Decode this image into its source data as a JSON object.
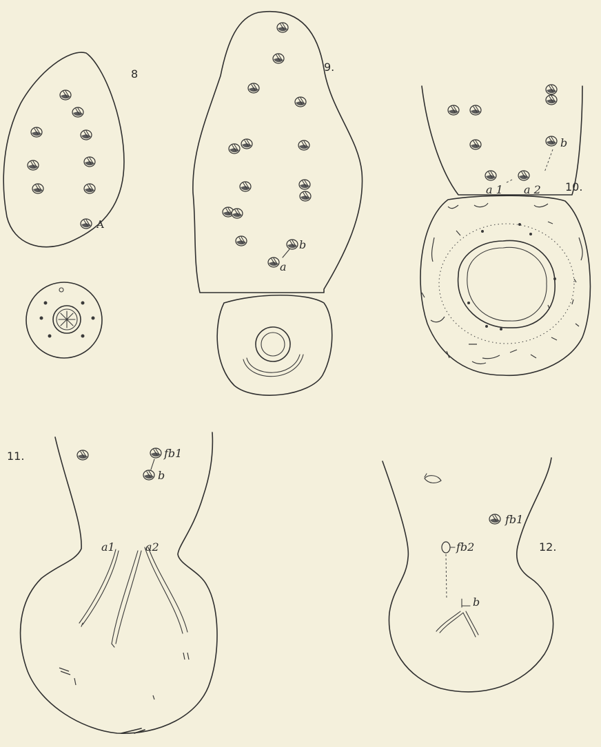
{
  "figures": [
    {
      "id": "8",
      "number_label": "8",
      "labels": [
        "A"
      ]
    },
    {
      "id": "9",
      "number_label": "9.",
      "labels": [
        "b",
        "a"
      ]
    },
    {
      "id": "10",
      "number_label": "10.",
      "labels": [
        "b",
        "a 1",
        "a 2"
      ]
    },
    {
      "id": "11",
      "number_label": "11.",
      "labels": [
        "fb1",
        "b",
        "a1",
        "a2"
      ]
    },
    {
      "id": "12",
      "number_label": "12.",
      "labels": [
        "fb1",
        "fb2",
        "b"
      ]
    }
  ],
  "colors": {
    "paper": "#f4f0dc",
    "ink": "#2f2f2f"
  }
}
